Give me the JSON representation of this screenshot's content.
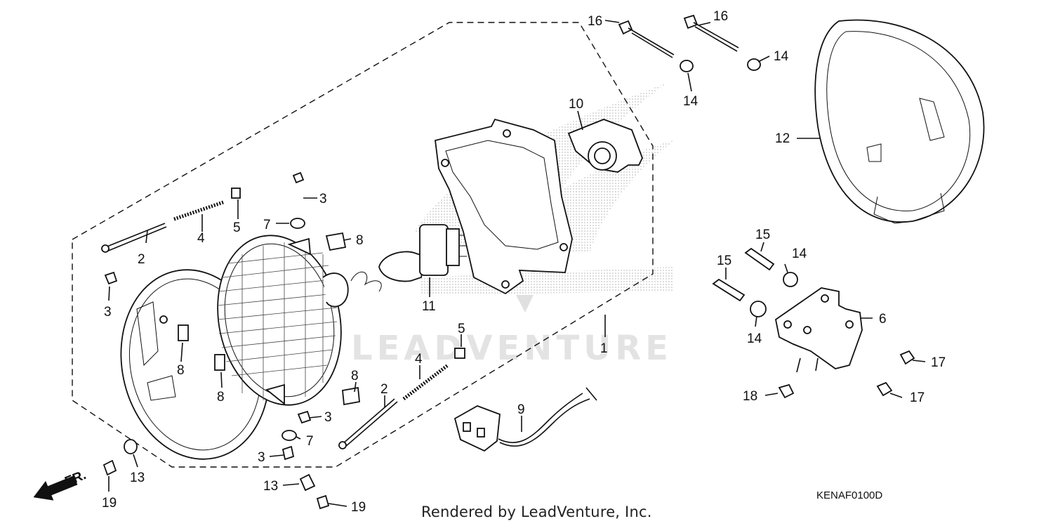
{
  "watermark": "LEADVENTURE",
  "footer_text": "Rendered by LeadVenture, Inc.",
  "diagram_code": "KENAF0100D",
  "direction_label": "FR.",
  "callouts": [
    {
      "id": "c1",
      "text": "1"
    },
    {
      "id": "c2a",
      "text": "2"
    },
    {
      "id": "c2b",
      "text": "2"
    },
    {
      "id": "c3a",
      "text": "3"
    },
    {
      "id": "c3b",
      "text": "3"
    },
    {
      "id": "c3c",
      "text": "3"
    },
    {
      "id": "c3d",
      "text": "3"
    },
    {
      "id": "c4a",
      "text": "4"
    },
    {
      "id": "c4b",
      "text": "4"
    },
    {
      "id": "c5a",
      "text": "5"
    },
    {
      "id": "c5b",
      "text": "5"
    },
    {
      "id": "c6",
      "text": "6"
    },
    {
      "id": "c7a",
      "text": "7"
    },
    {
      "id": "c7b",
      "text": "7"
    },
    {
      "id": "c8a",
      "text": "8"
    },
    {
      "id": "c8b",
      "text": "8"
    },
    {
      "id": "c8c",
      "text": "8"
    },
    {
      "id": "c8d",
      "text": "8"
    },
    {
      "id": "c9",
      "text": "9"
    },
    {
      "id": "c10",
      "text": "10"
    },
    {
      "id": "c11",
      "text": "11"
    },
    {
      "id": "c12",
      "text": "12"
    },
    {
      "id": "c13a",
      "text": "13"
    },
    {
      "id": "c13b",
      "text": "13"
    },
    {
      "id": "c14a",
      "text": "14"
    },
    {
      "id": "c14b",
      "text": "14"
    },
    {
      "id": "c14c",
      "text": "14"
    },
    {
      "id": "c14d",
      "text": "14"
    },
    {
      "id": "c15a",
      "text": "15"
    },
    {
      "id": "c15b",
      "text": "15"
    },
    {
      "id": "c16a",
      "text": "16"
    },
    {
      "id": "c16b",
      "text": "16"
    },
    {
      "id": "c17a",
      "text": "17"
    },
    {
      "id": "c17b",
      "text": "17"
    },
    {
      "id": "c18",
      "text": "18"
    },
    {
      "id": "c19a",
      "text": "19"
    },
    {
      "id": "c19b",
      "text": "19"
    }
  ]
}
